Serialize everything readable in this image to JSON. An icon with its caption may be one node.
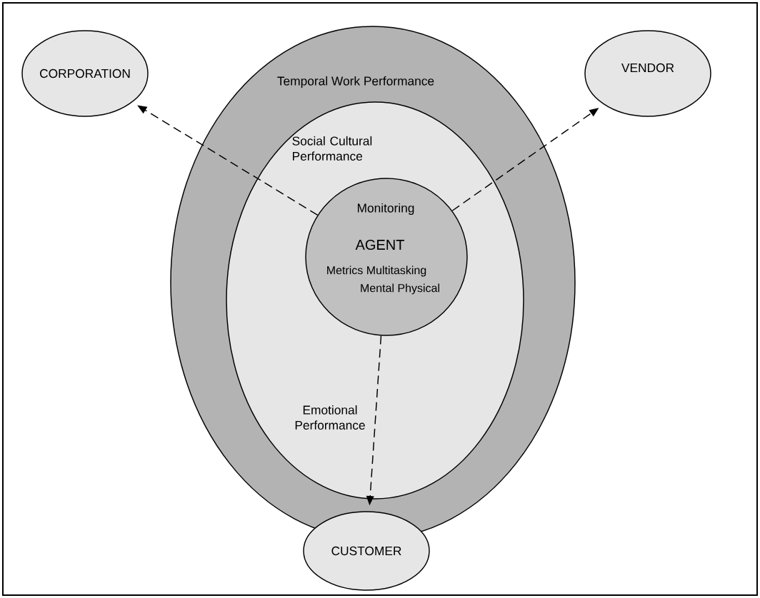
{
  "diagram": {
    "nodes": [
      {
        "text": [
          "Temporal Work Performance"
        ]
      },
      {
        "text": [
          "Social Cultural Performance",
          "Emotional Performance"
        ],
        "in": 0
      },
      {
        "text": [
          "Monitoring",
          "AGENT",
          "Metrics Multitasking",
          "Mental Physical"
        ],
        "in": 1
      },
      {
        "text": [
          "CORPORATION"
        ]
      },
      {
        "text": [
          "VENDOR"
        ]
      },
      {
        "text": [
          "CUSTOMER"
        ]
      }
    ],
    "edges": [
      {
        "from": 2,
        "to": 3,
        "arrow": "to",
        "style": "dashed"
      },
      {
        "from": 2,
        "to": 4,
        "arrow": "to",
        "style": "dashed"
      },
      {
        "from": 2,
        "to": 5,
        "arrow": "to",
        "style": "dashed"
      }
    ]
  }
}
